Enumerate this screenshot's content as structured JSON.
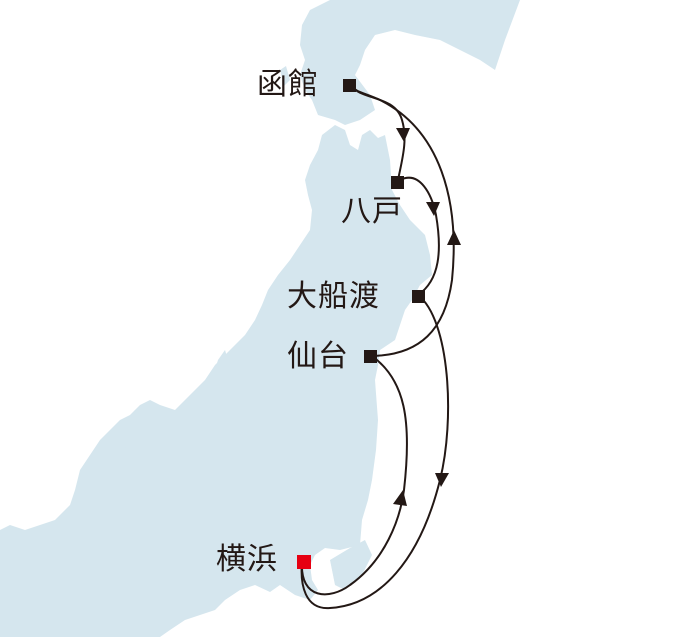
{
  "map": {
    "land_color": "#d5e6ee",
    "sea_color": "#ffffff",
    "route_color": "#231815",
    "home_port_color": "#e60012",
    "port_color": "#231815"
  },
  "ports": [
    {
      "id": "hakodate",
      "label": "函館",
      "home": false
    },
    {
      "id": "hachinohe",
      "label": "八戸",
      "home": false
    },
    {
      "id": "ofunato",
      "label": "大船渡",
      "home": false
    },
    {
      "id": "sendai",
      "label": "仙台",
      "home": false
    },
    {
      "id": "yokohama",
      "label": "横浜",
      "home": true
    }
  ],
  "route": [
    {
      "from": "横浜",
      "to": "仙台",
      "arrow": "up"
    },
    {
      "from": "仙台",
      "to": "函館",
      "arrow": "up"
    },
    {
      "from": "函館",
      "to": "八戸",
      "arrow": "down"
    },
    {
      "from": "八戸",
      "to": "大船渡",
      "arrow": "down"
    },
    {
      "from": "大船渡",
      "to": "横浜",
      "arrow": "down"
    }
  ]
}
